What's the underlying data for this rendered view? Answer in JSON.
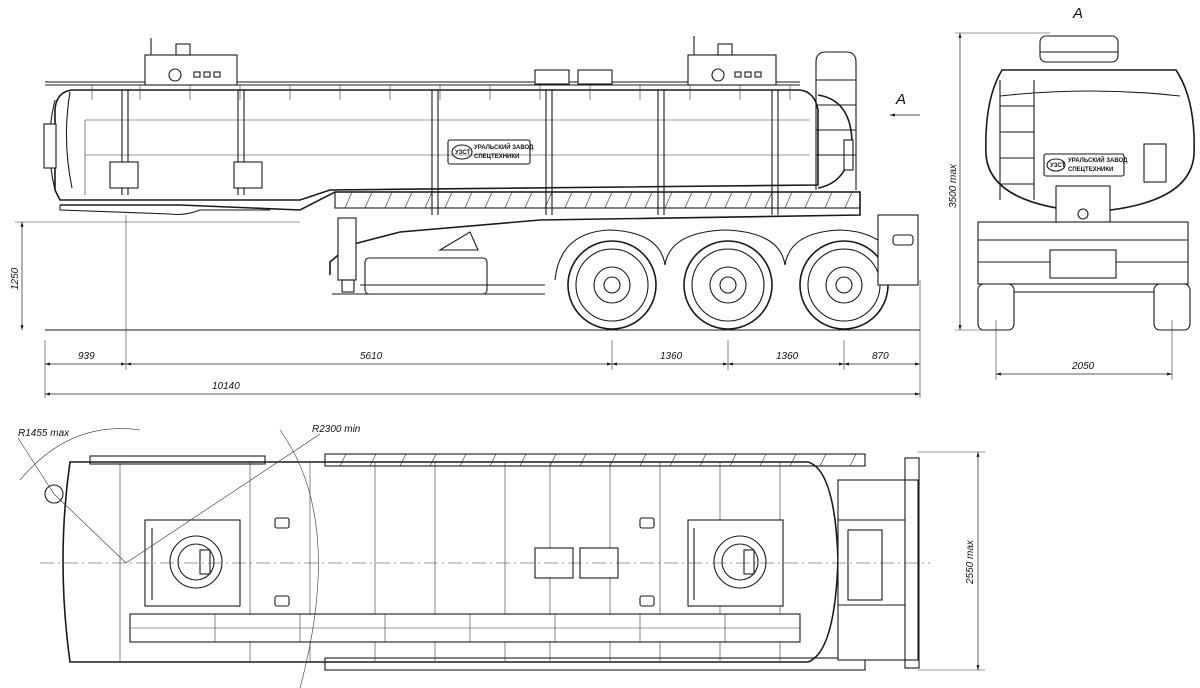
{
  "views": {
    "side": {
      "dims": {
        "height_1250": "1250",
        "front_939": "939",
        "base_5610": "5610",
        "axle_1360_a": "1360",
        "axle_1360_b": "1360",
        "rear_870": "870",
        "total_10140": "10140"
      },
      "section_marker": "A",
      "logo_line1": "УРАЛЬСКИЙ ЗАВОД",
      "logo_line2": "СПЕЦТЕХНИКИ",
      "logo_badge": "УЗСТ"
    },
    "rear": {
      "title": "A",
      "height_max": "3500 max",
      "track_2050": "2050",
      "logo_line1": "УРАЛЬСКИЙ ЗАВОД",
      "logo_line2": "СПЕЦТЕХНИКИ",
      "logo_badge": "УЗСТ"
    },
    "top": {
      "radius_front": "R1455 max",
      "radius_turn": "R2300 min",
      "width_max": "2550 max"
    }
  },
  "colors": {
    "line": "#1a1a1a",
    "background": "#ffffff"
  }
}
